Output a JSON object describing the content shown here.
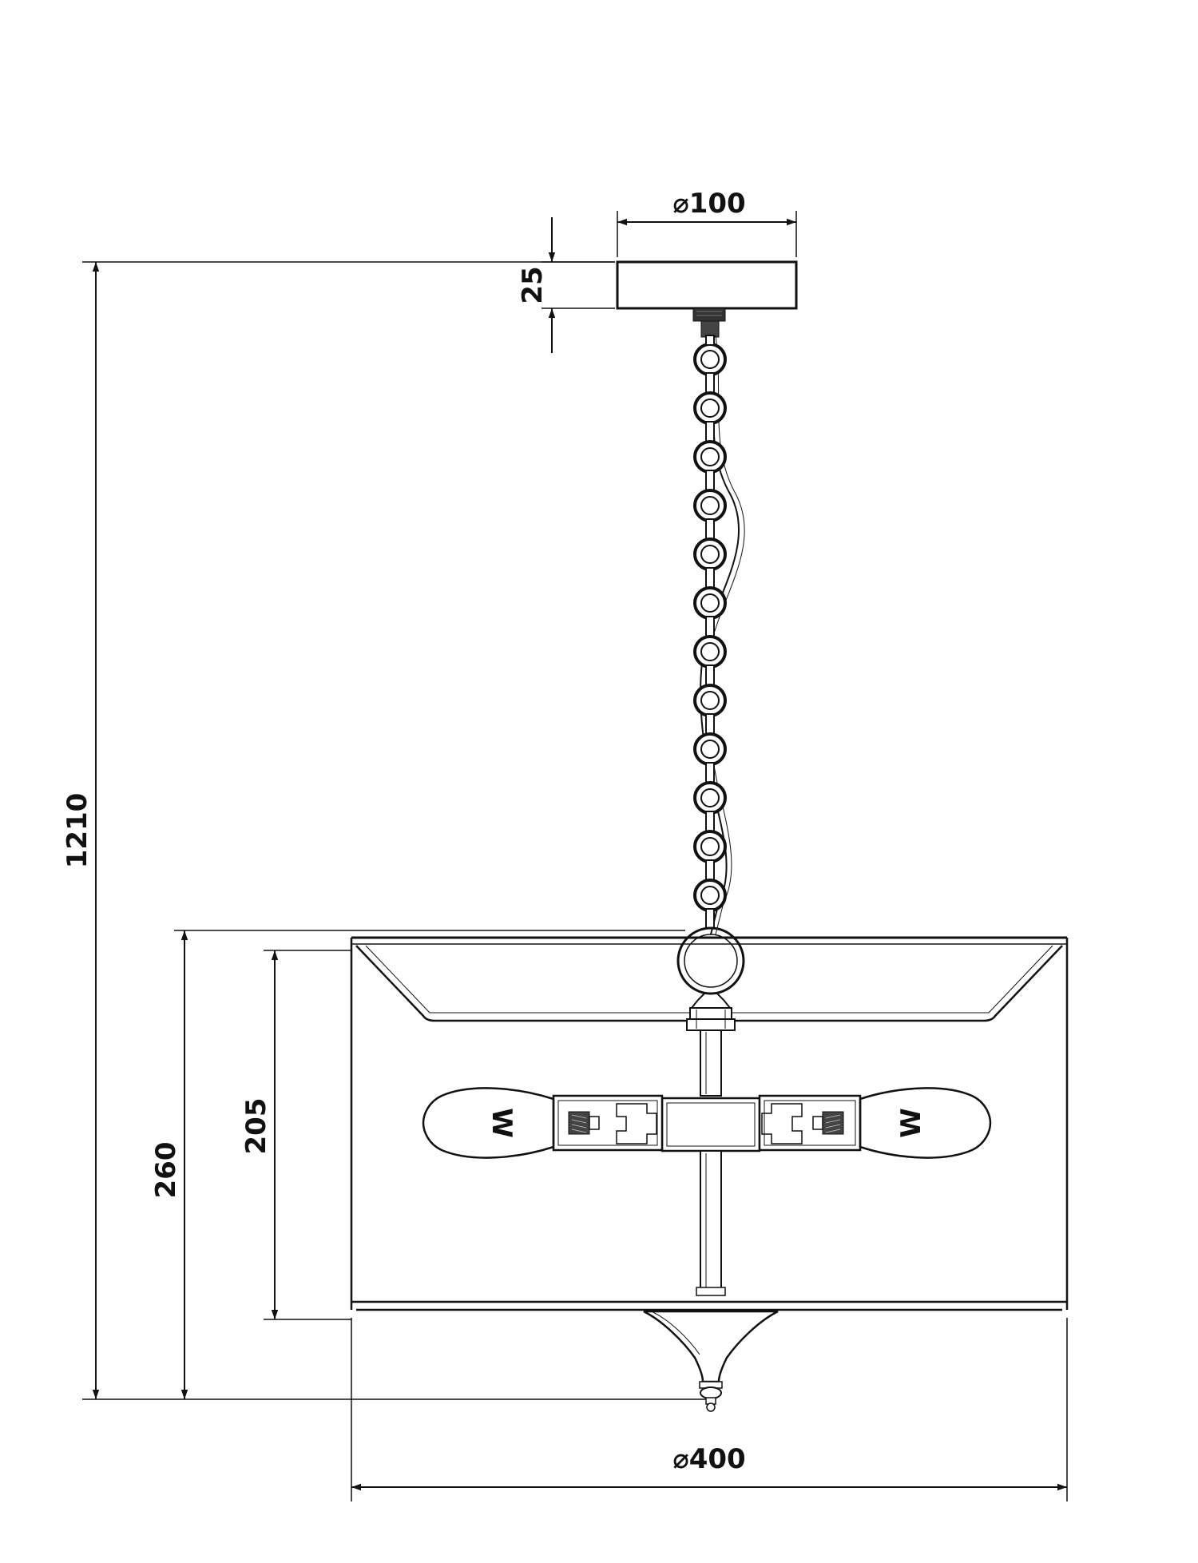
{
  "drawing": {
    "dimensions": {
      "canopy_diameter": "⌀100",
      "canopy_height": "25",
      "overall_height": "1210",
      "body_height": "260",
      "shade_height": "205",
      "shade_diameter": "⌀400"
    },
    "bulb_marks": {
      "left": "W",
      "right": "W"
    }
  }
}
